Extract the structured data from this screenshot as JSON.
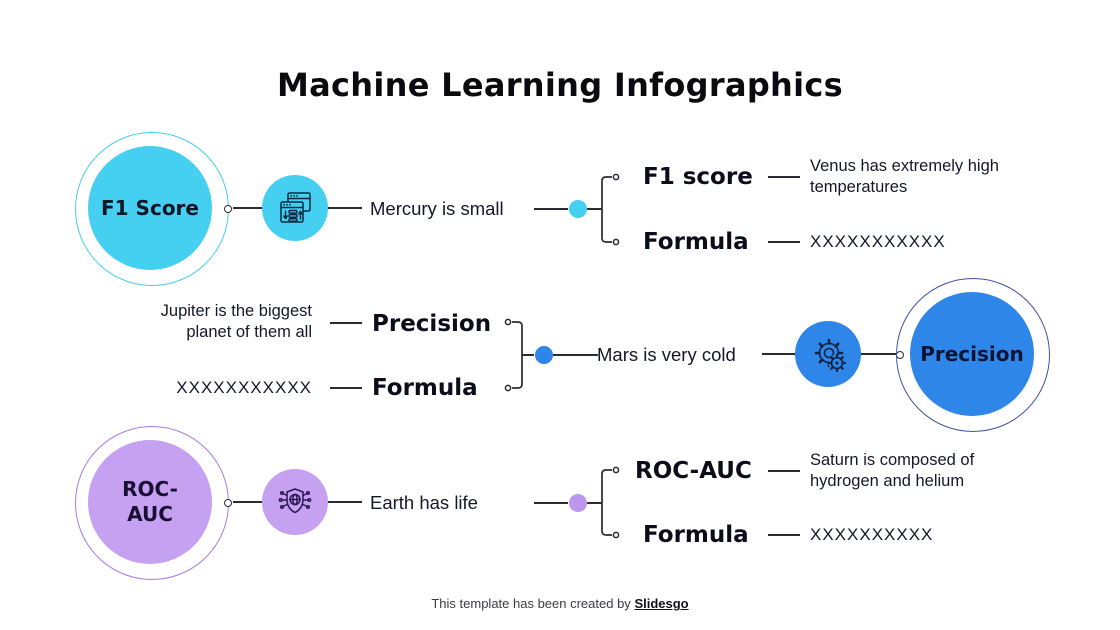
{
  "title": "Machine Learning Infographics",
  "colors": {
    "cyan": "#45CFF0",
    "blue": "#2E86E8",
    "purple": "#C6A0F1",
    "purple_dot": "#BD97EE",
    "ring_cyan": "#45CFF0",
    "ring_indigo": "#4052A8",
    "ring_purple": "#A57BE8",
    "line": "#2B2B33"
  },
  "rows": [
    {
      "circle_label": "F1 Score",
      "icon": "browser-windows-data-icon",
      "connector_text": "Mercury is small",
      "branch1_label": "F1 score",
      "branch1_value": "Venus has extremely high temperatures",
      "branch2_label": "Formula",
      "branch2_value": "XXXXXXXXXXX"
    },
    {
      "circle_label": "Precision",
      "icon": "gears-icon",
      "connector_text": "Mars is very cold",
      "branch1_label": "Precision",
      "branch1_value": "Jupiter is the biggest planet of them all",
      "branch2_label": "Formula",
      "branch2_value": "XXXXXXXXXXX"
    },
    {
      "circle_label": "ROC-AUC",
      "icon": "shield-network-icon",
      "connector_text": "Earth has life",
      "branch1_label": "ROC-AUC",
      "branch1_value": "Saturn is composed of hydrogen and helium",
      "branch2_label": "Formula",
      "branch2_value": "XXXXXXXXXX"
    }
  ],
  "footer": {
    "text": "This template has been created by",
    "brand": "Slidesgo"
  }
}
